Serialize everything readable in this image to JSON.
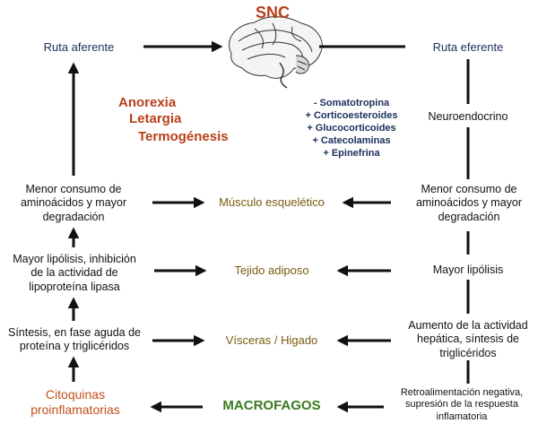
{
  "title": "SNC",
  "ruta_aferente": "Ruta aferente",
  "ruta_eferente": "Ruta eferente",
  "effects": {
    "anorexia": "Anorexia",
    "letargia": "Letargia",
    "termogenesis": "Termogénesis"
  },
  "hormones": [
    "- Somatotropina",
    "+ Corticoesteroides",
    "+ Glucocorticoides",
    "+ Catecolaminas",
    "+ Epinefrina"
  ],
  "neuroendocrino": "Neuroendocrino",
  "left_column": {
    "musculo": [
      "Menor consumo de",
      "aminoácidos y mayor",
      "degradación"
    ],
    "lipolisis": [
      "Mayor lipólisis, inhibición",
      "de la actividad de",
      "lipoproteína lipasa"
    ],
    "sintesis": [
      "Síntesis, en fase aguda de",
      "proteína y triglicéridos"
    ],
    "citoquinas": [
      "Citoquinas",
      "proinflamatorias"
    ]
  },
  "center_column": {
    "musculo": "Músculo esquelético",
    "tejido": "Tejido adiposo",
    "visceras": "Vísceras / Higado",
    "macrofagos": "MACROFAGOS"
  },
  "right_column": {
    "musculo": [
      "Menor consumo de",
      "aminoácidos y mayor",
      "degradación"
    ],
    "lipolisis": "Mayor lipólisis",
    "hepatica": [
      "Aumento de la actividad",
      "hepática, síntesis de",
      "triglicéridos"
    ],
    "retro": [
      "Retroalimentación negativa,",
      "supresión de la respuesta",
      "inflamatoria"
    ]
  },
  "colors": {
    "navy": "#1a2e5c",
    "rust": "#b8401a",
    "green": "#3a7a1e",
    "brown": "#7a5a10",
    "line": "#111111"
  },
  "icons": {
    "brain": "brain-sagittal-icon"
  }
}
